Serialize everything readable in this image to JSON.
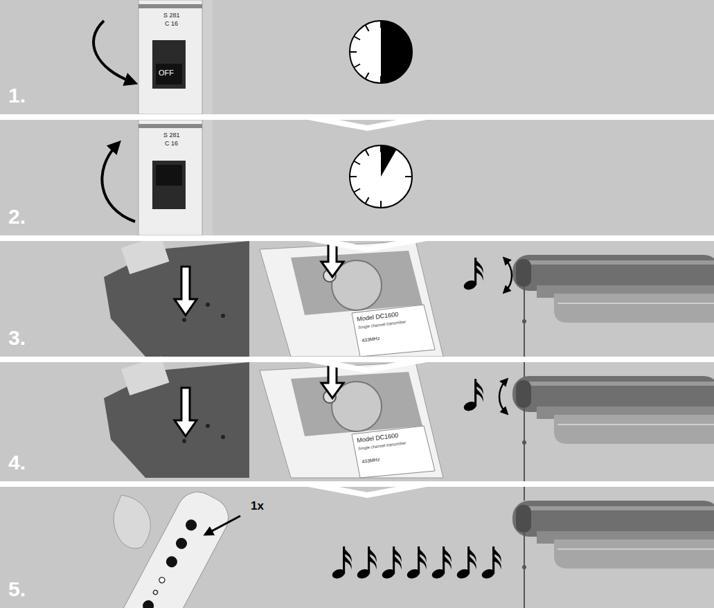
{
  "diagram": {
    "nodes": [
      {
        "text": [
          "1."
        ]
      },
      {
        "text": [
          "2."
        ]
      },
      {
        "text": [
          "3."
        ]
      },
      {
        "text": [
          "4."
        ]
      },
      {
        "text": [
          "5."
        ]
      }
    ],
    "edges": [
      {
        "from": 0,
        "to": 1,
        "arrow": "to"
      },
      {
        "from": 1,
        "to": 2,
        "arrow": "to"
      },
      {
        "from": 2,
        "to": 3,
        "arrow": "to"
      },
      {
        "from": 3,
        "to": 4,
        "arrow": "to"
      }
    ],
    "labels": [
      "S 281",
      "C 16",
      "OFF",
      "S 281",
      "C 16",
      "Model DC1600",
      "Single channel transmitter",
      "433MHz",
      "Model DC1600",
      "Single channel transmitter",
      "433MHz",
      "1x"
    ]
  }
}
